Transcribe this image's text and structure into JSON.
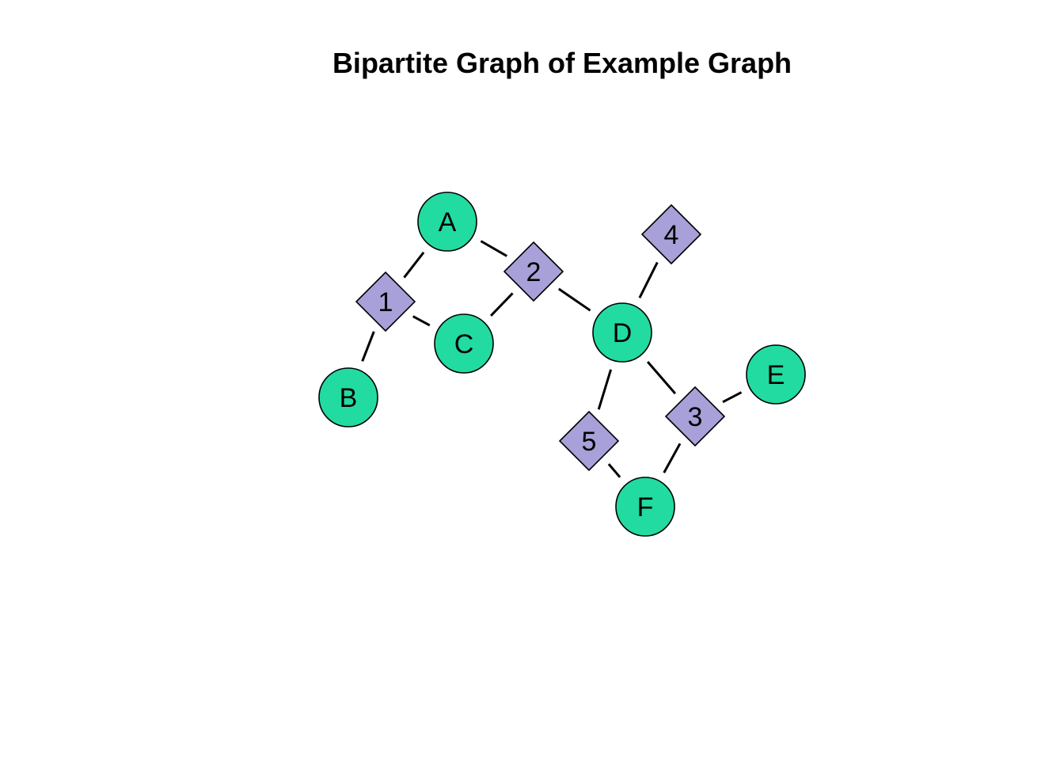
{
  "title": "Bipartite Graph of Example Graph",
  "colors": {
    "type_false": "#22DBA0",
    "type_true": "#A8A0D8",
    "edge": "#000000",
    "background": "#FFFFFF"
  },
  "nodes": [
    {
      "id": "A",
      "label": "A",
      "type": "circle"
    },
    {
      "id": "B",
      "label": "B",
      "type": "circle"
    },
    {
      "id": "C",
      "label": "C",
      "type": "circle"
    },
    {
      "id": "D",
      "label": "D",
      "type": "circle"
    },
    {
      "id": "E",
      "label": "E",
      "type": "circle"
    },
    {
      "id": "F",
      "label": "F",
      "type": "circle"
    },
    {
      "id": "1",
      "label": "1",
      "type": "diamond"
    },
    {
      "id": "2",
      "label": "2",
      "type": "diamond"
    },
    {
      "id": "3",
      "label": "3",
      "type": "diamond"
    },
    {
      "id": "4",
      "label": "4",
      "type": "diamond"
    },
    {
      "id": "5",
      "label": "5",
      "type": "diamond"
    }
  ],
  "edges": [
    [
      "A",
      "1"
    ],
    [
      "A",
      "2"
    ],
    [
      "B",
      "1"
    ],
    [
      "C",
      "1"
    ],
    [
      "C",
      "2"
    ],
    [
      "D",
      "2"
    ],
    [
      "D",
      "3"
    ],
    [
      "D",
      "4"
    ],
    [
      "D",
      "5"
    ],
    [
      "E",
      "3"
    ],
    [
      "F",
      "3"
    ],
    [
      "F",
      "5"
    ]
  ]
}
